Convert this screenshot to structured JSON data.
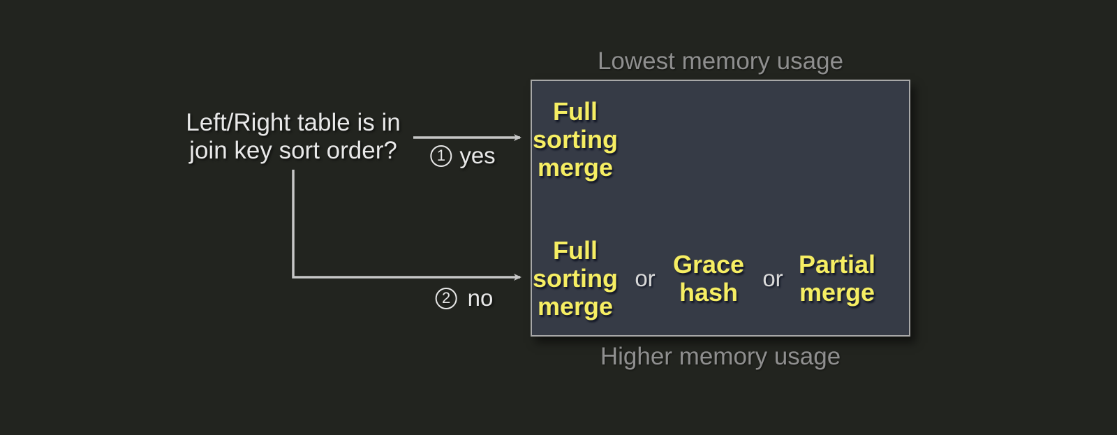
{
  "colors": {
    "background": "#22241f",
    "box_fill": "#363b46",
    "box_border": "#a8a8a8",
    "option_text": "#f6ee63",
    "primary_text": "#e8e8e8",
    "muted_text": "#8f8f8f",
    "connector": "#c6c6c6"
  },
  "question": {
    "line1": "Left/Right table is in",
    "line2": "join key sort order?"
  },
  "branches": {
    "yes": {
      "number": "1",
      "label": "yes"
    },
    "no": {
      "number": "2",
      "label": "no"
    }
  },
  "captions": {
    "top": "Lowest memory usage",
    "bottom": "Higher memory usage"
  },
  "options": {
    "sorted": {
      "line1": "Full",
      "line2": "sorting",
      "line3": "merge"
    },
    "unsorted": {
      "option1": {
        "line1": "Full",
        "line2": "sorting",
        "line3": "merge"
      },
      "or1": "or",
      "option2": {
        "line1": "Grace",
        "line2": "hash"
      },
      "or2": "or",
      "option3": {
        "line1": "Partial",
        "line2": "merge"
      }
    }
  }
}
